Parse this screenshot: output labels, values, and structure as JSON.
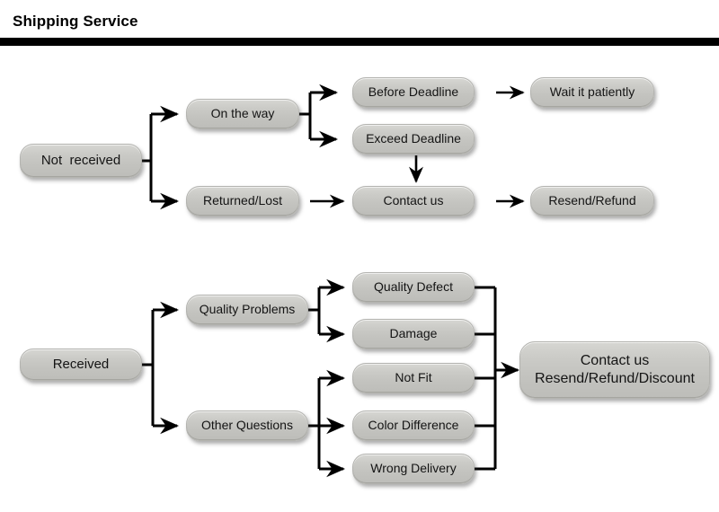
{
  "header": {
    "title": "Shipping Service",
    "rule_color": "#000000"
  },
  "theme": {
    "background": "#ffffff",
    "node_fill": "#c8c8c4",
    "node_border": "#b4b4b0",
    "node_text": "#141414",
    "connector_color": "#000000"
  },
  "diagram": {
    "type": "flowchart",
    "flows": [
      {
        "id": "not-received-flow",
        "root": "Not  received",
        "branches": [
          {
            "label": "On the way",
            "children": [
              {
                "label": "Before Deadline",
                "next": "Wait it patiently"
              },
              {
                "label": "Exceed Deadline",
                "next": "Contact us"
              }
            ]
          },
          {
            "label": "Returned/Lost",
            "children": [
              {
                "label": "Contact us",
                "next": "Resend/Refund"
              }
            ]
          }
        ]
      },
      {
        "id": "received-flow",
        "root": "Received",
        "branches": [
          {
            "label": "Quality Problems",
            "children": [
              {
                "label": "Quality Defect"
              },
              {
                "label": "Damage"
              }
            ]
          },
          {
            "label": "Other Questions",
            "children": [
              {
                "label": "Not Fit"
              },
              {
                "label": "Color Difference"
              },
              {
                "label": "Wrong Delivery"
              }
            ]
          }
        ],
        "merge_target": "Contact us\nResend/Refund/Discount"
      }
    ],
    "nodes": {
      "not_received": "Not  received",
      "on_the_way": "On the way",
      "returned_lost": "Returned/Lost",
      "before_deadline": "Before Deadline",
      "exceed_deadline": "Exceed Deadline",
      "wait_it_patiently": "Wait it patiently",
      "contact_us_top": "Contact us",
      "resend_refund": "Resend/Refund",
      "received": "Received",
      "quality_problems": "Quality Problems",
      "other_questions": "Other Questions",
      "quality_defect": "Quality Defect",
      "damage": "Damage",
      "not_fit": "Not Fit",
      "color_difference": "Color Difference",
      "wrong_delivery": "Wrong Delivery",
      "contact_us_final": "Contact us\nResend/Refund/Discount"
    }
  }
}
